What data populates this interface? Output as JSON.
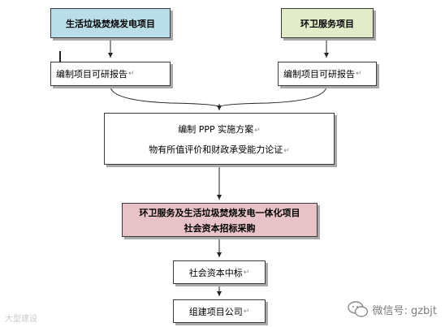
{
  "nodes": {
    "waste_power_project": "生活垃圾焚烧发电项目",
    "sanitation_project": "环卫服务项目",
    "report_left": "编制项目可研报告",
    "report_right": "编制项目可研报告",
    "ppp_plan_line1": "编制 PPP 实施方案",
    "ppp_plan_line2": "物有所值评价和财政承受能力论证",
    "integrated_line1": "环卫服务及生活垃圾焚烧发电一体化项目",
    "integrated_line2": "社会资本招标采购",
    "winning_bid": "社会资本中标",
    "set_up_company": "组建项目公司"
  },
  "paragraph_mark": "↵",
  "watermark": {
    "left_text": "大型建设",
    "right_text": "微信号: gzbjt"
  },
  "colors": {
    "blue_box": "#b9dde9",
    "green_box": "#e3ecc9",
    "pink_box": "#e7c2c6",
    "border": "#3a3a3a",
    "shadow": "#a9a9a9"
  }
}
